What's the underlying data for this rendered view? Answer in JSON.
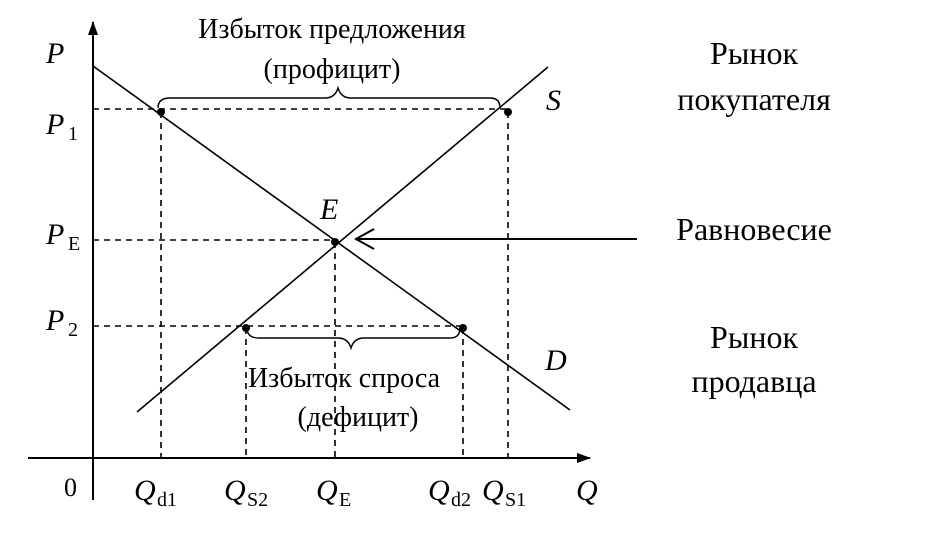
{
  "axes": {
    "y_label": "P",
    "x_label": "Q",
    "origin": "0"
  },
  "curves": {
    "supply": "S",
    "demand": "D"
  },
  "equilibrium": {
    "point": "E"
  },
  "price_labels": {
    "p1": {
      "main": "P",
      "sub": "1"
    },
    "pe": {
      "main": "P",
      "sub": "E"
    },
    "p2": {
      "main": "P",
      "sub": "2"
    }
  },
  "quantity_labels": {
    "qd1": {
      "main": "Q",
      "sub": "d1"
    },
    "qs2": {
      "main": "Q",
      "sub": "S2"
    },
    "qe": {
      "main": "Q",
      "sub": "E"
    },
    "qd2": {
      "main": "Q",
      "sub": "d2"
    },
    "qs1": {
      "main": "Q",
      "sub": "S1"
    }
  },
  "annotations": {
    "surplus_line1": "Избыток предложения",
    "surplus_line2": "(профицит)",
    "shortage_line1": "Избыток спроса",
    "shortage_line2": "(дефицит)"
  },
  "side_labels": {
    "buyers_line1": "Рынок",
    "buyers_line2": "покупателя",
    "equilibrium": "Равновесие",
    "sellers_line1": "Рынок",
    "sellers_line2": "продавца"
  },
  "colors": {
    "ink": "#000000",
    "background": "#ffffff"
  }
}
